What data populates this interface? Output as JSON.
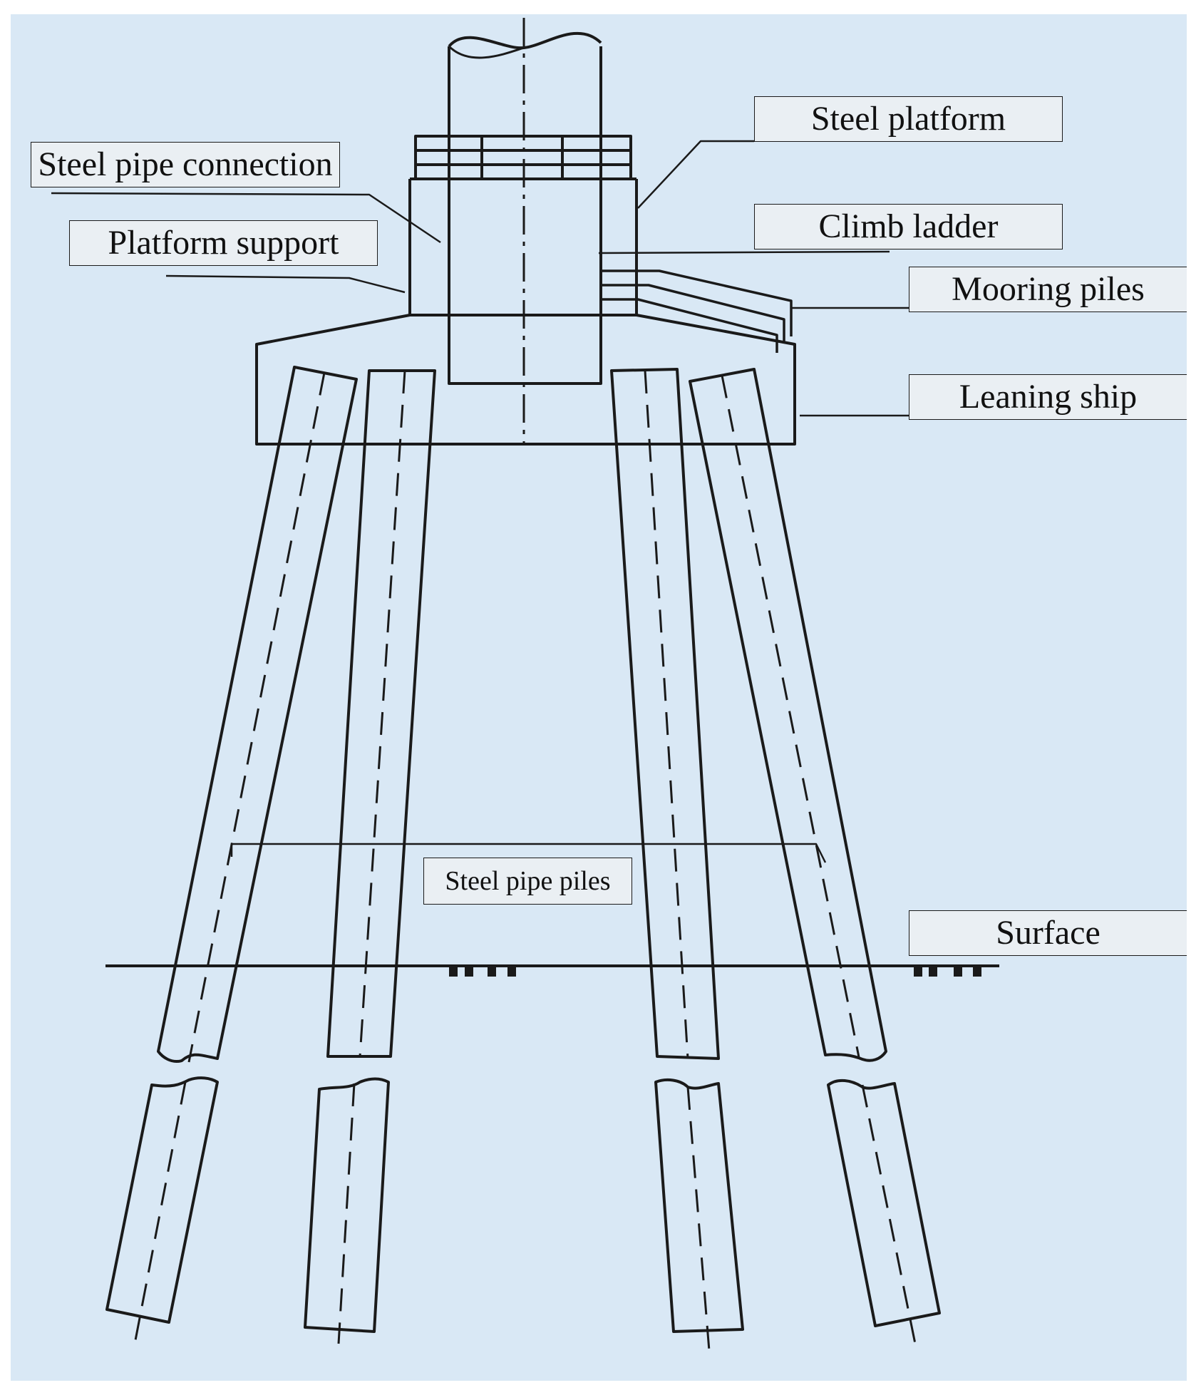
{
  "diagram": {
    "background_color": "#d9e8f5",
    "line_color": "#1a1a1a",
    "label_fill_color": "#eaeff3",
    "labels": {
      "steel_platform": "Steel platform",
      "steel_pipe_connection": "Steel pipe connection",
      "platform_support": "Platform support",
      "climb_ladder": "Climb ladder",
      "mooring_piles": "Mooring piles",
      "leaning_ship": "Leaning ship",
      "steel_pipe_piles": "Steel pipe piles",
      "surface": "Surface"
    }
  }
}
